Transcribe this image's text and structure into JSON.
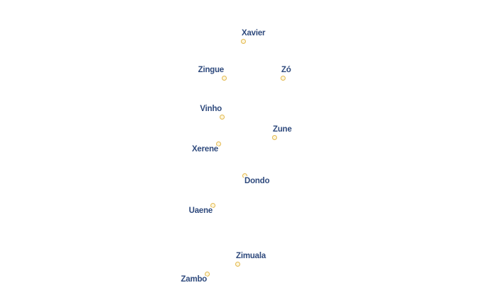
{
  "map": {
    "places": [
      {
        "name": "Xavier"
      },
      {
        "name": "Zingue"
      },
      {
        "name": "Zó"
      },
      {
        "name": "Vinho"
      },
      {
        "name": "Zune"
      },
      {
        "name": "Xerene"
      },
      {
        "name": "Dondo"
      },
      {
        "name": "Uaene"
      },
      {
        "name": "Zimuala"
      },
      {
        "name": "Zambo"
      }
    ],
    "colors": {
      "label_text": "#2f4a7d",
      "label_halo": "#ffffff",
      "marker_fill": "#fdf6dc",
      "marker_stroke": "#e3b84e",
      "background": "#ffffff"
    }
  }
}
